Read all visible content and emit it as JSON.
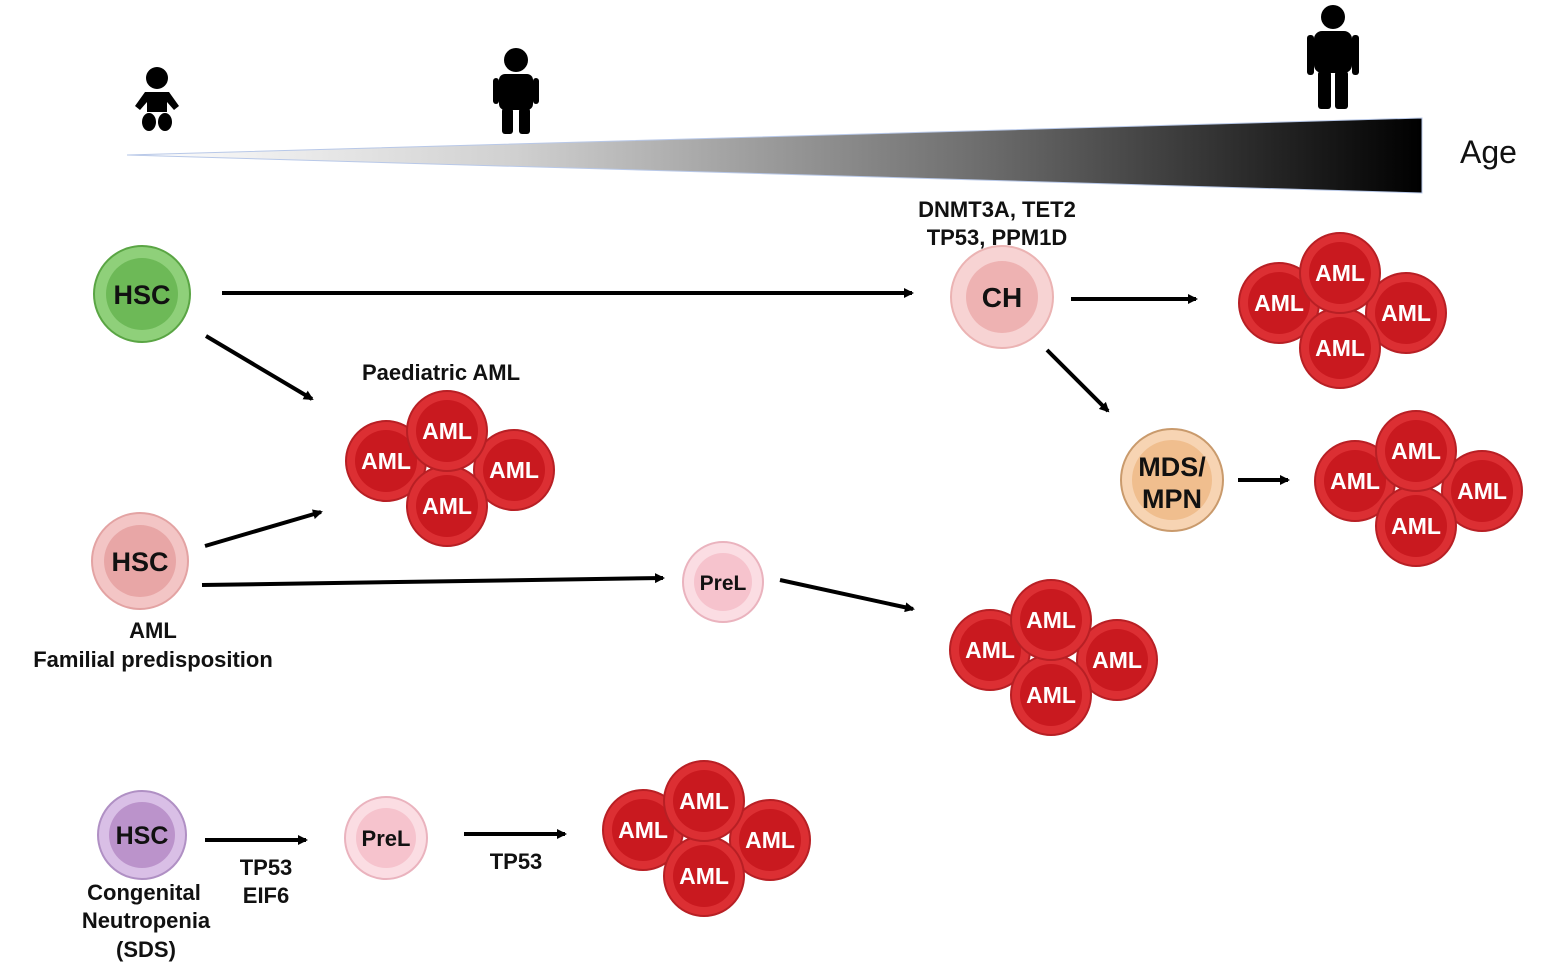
{
  "age_label": "Age",
  "age_icons": [
    "baby-icon",
    "child-icon",
    "adult-icon"
  ],
  "colors": {
    "hsc_green": "#7cc56a",
    "hsc_pink": "#efb6b6",
    "hsc_purple": "#c8a5d6",
    "ch": "#f2c1c1",
    "mds_mpn": "#f3c79e",
    "prel": "#f8c9d2",
    "aml": "#dc2f33",
    "arrow": "#000000"
  },
  "labels": {
    "hsc": "HSC",
    "ch": "CH",
    "ch_mutations_line1": "DNMT3A, TET2",
    "ch_mutations_line2": "TP53, PPM1D",
    "mds_line1": "MDS/",
    "mds_line2": "MPN",
    "prel": "PreL",
    "aml": "AML",
    "paediatric_aml": "Paediatric AML",
    "familial_line1": "AML",
    "familial_line2": "Familial predisposition",
    "congenital_line1": "Congenital",
    "congenital_line2": "Neutropenia",
    "congenital_line3": "(SDS)",
    "tp53_eif6_line1": "TP53",
    "tp53_eif6_line2": "EIF6",
    "tp53": "TP53"
  }
}
